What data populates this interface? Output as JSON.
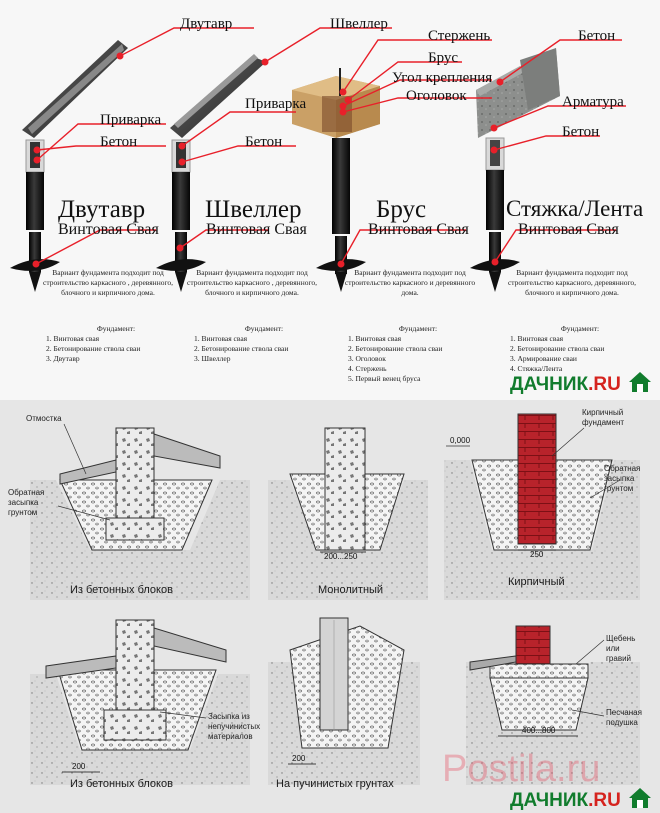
{
  "top": {
    "labels": {
      "dvutavr": "Двутавр",
      "shveller": "Швеллер",
      "sterzhen": "Стержень",
      "brus": "Брус",
      "ugol": "Угол крепления",
      "ogolovok": "Оголовок",
      "beton_right": "Бетон",
      "armatura": "Арматура",
      "beton_right2": "Бетон",
      "privarka1": "Приварка",
      "beton1": "Бетон",
      "privarka2": "Приварка",
      "beton2": "Бетон"
    },
    "columns": [
      {
        "title": "Двутавр",
        "subtitle": "Винтовая Свая",
        "desc": "Вариант фундамента подходит под строительство каркасного , деревянного, блочного и кирпичного дома.",
        "fund_header": "Фундамент:",
        "fund_items": [
          "1. Винтовая свая",
          "2. Бетонирование ствола сваи",
          "3. Двутавр"
        ]
      },
      {
        "title": "Швеллер",
        "subtitle": "Винтовая Свая",
        "desc": "Вариант фундамента подходит под строительство каркасного , деревянного, блочного и кирпичного дома.",
        "fund_header": "Фундамент:",
        "fund_items": [
          "1. Винтовая свая",
          "2. Бетонирование ствола сваи",
          "3. Швеллер"
        ]
      },
      {
        "title": "Брус",
        "subtitle": "Винтовая Свая",
        "desc": "Вариант фундамента подходит под строительство каркасного и деревянного дома.",
        "fund_header": "Фундамент:",
        "fund_items": [
          "1. Винтовая свая",
          "2. Бетонирование ствола сваи",
          "3. Оголовок",
          "4. Стержень",
          "5. Первый венец бруса"
        ]
      },
      {
        "title": "Стяжка/Лента",
        "subtitle": "Винтовая Свая",
        "desc": "Вариант фундамента подходит под строительство каркасного, деревянного, блочного и кирпичного дома.",
        "fund_header": "Фундамент:",
        "fund_items": [
          "1. Винтовая свая",
          "2. Бетонирование ствола сваи",
          "3. Армирование сваи",
          "4. Стяжка/Лента"
        ]
      }
    ],
    "brand": {
      "part1": "ДАЧНИК",
      "part2": ".RU"
    }
  },
  "bottom": {
    "notes": {
      "otmostka": "Отмостка",
      "obratnaya1": "Обратная\nзасыпка\nгрунтом",
      "kirpichny": "Кирпичный\nфундамент",
      "obratnaya2": "Обратная\nзасыпка\nгрунтом",
      "zasypka": "Засыпка из\nнепучинистых\nматериалов",
      "shcheben": "Щебень\nили\nгравий",
      "pesok": "Песчаная\nподушка"
    },
    "dims": {
      "d1": "200...250",
      "d2": "0,000",
      "d3": "250",
      "d4": "200",
      "d5": "200",
      "d6": "400...800"
    },
    "captions": {
      "c1": "Из бетонных блоков",
      "c2": "Монолитный",
      "c3": "Кирпичный",
      "c4": "Из бетонных блоков",
      "c5": "На пучинистых грунтах"
    },
    "watermark": "Postila.ru",
    "brand": {
      "part1": "ДАЧНИК",
      "part2": ".RU"
    }
  },
  "colors": {
    "line_red": "#e8202a",
    "brand_green": "#117c2d",
    "brand_red": "#d5231e",
    "brick": "#b8232b",
    "wood": "#c9a063"
  }
}
